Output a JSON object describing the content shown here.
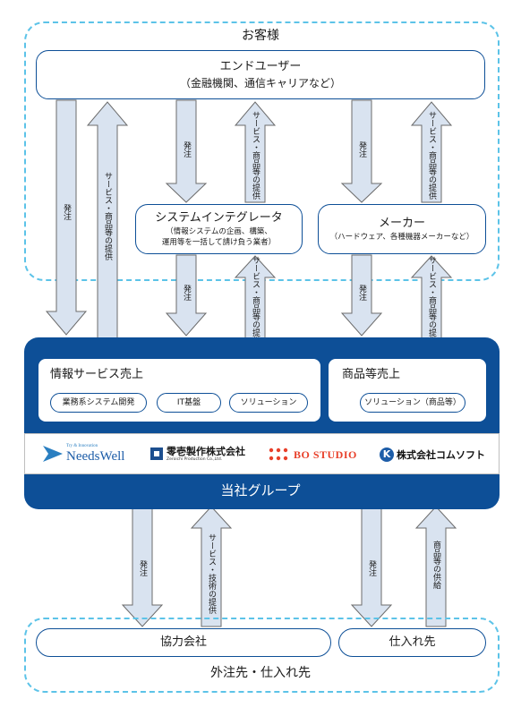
{
  "customers": {
    "title": "お客様",
    "end_user_title": "エンドユーザー",
    "end_user_sub": "（金融機関、通信キャリアなど）",
    "si_title": "システムインテグレータ",
    "si_sub1": "（情報システムの企画、構築、",
    "si_sub2": "運用等を一括して請け負う業者）",
    "maker_title": "メーカー",
    "maker_sub": "（ハードウェア、各種機器メーカーなど）"
  },
  "arrows": {
    "order": "発注",
    "service_product": "サービス・商品等の提供",
    "service_tech": "サービス・技術の提供",
    "product_supply": "商品等の供給"
  },
  "group": {
    "info_service_title": "情報サービス売上",
    "tags": [
      "業務系システム開発",
      "IT基盤",
      "ソリューション"
    ],
    "product_sales_title": "商品等売上",
    "product_tag": "ソリューション（商品等）",
    "label": "当社グループ"
  },
  "logos": {
    "needswell_tagline": "Try & Innovation",
    "needswell_name": "NeedsWell",
    "zeroichi_name": "零壱製作株式会社",
    "zeroichi_sub": "Zeroichi Production Co.,Ltd.",
    "bo_name": "BO STUDIO",
    "comsoft_name": "株式会社コムソフト",
    "comsoft_mark": "K"
  },
  "suppliers": {
    "partner": "協力会社",
    "vendor": "仕入れ先",
    "title": "外注先・仕入れ先"
  },
  "colors": {
    "navy": "#0d4f97",
    "arrow_fill": "#d9e3f0",
    "arrow_stroke": "#6b6b6b",
    "dashed": "#5cc3e8",
    "bo_red": "#e8402a"
  }
}
